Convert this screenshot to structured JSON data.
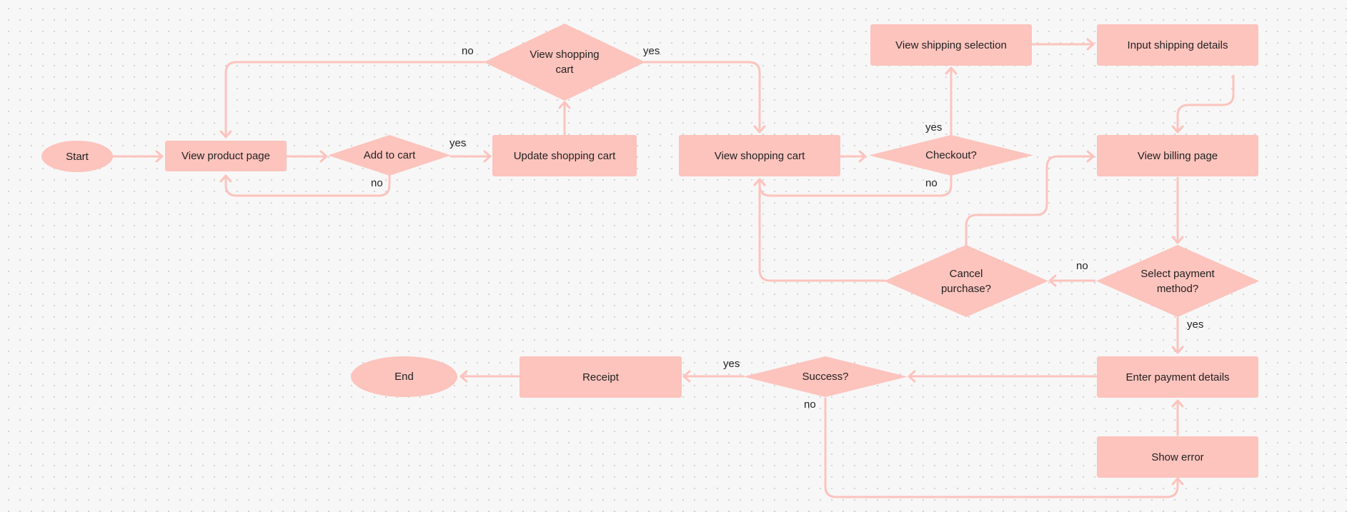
{
  "nodes": {
    "start": "Start",
    "view_product_page": "View product page",
    "add_to_cart": "Add to cart",
    "update_shopping_cart": "Update shopping cart",
    "view_shopping_cart_decision": "View shopping cart",
    "view_shopping_cart": "View shopping cart",
    "checkout": "Checkout?",
    "view_shipping_selection": "View shipping selection",
    "input_shipping_details": "Input shipping details",
    "view_billing_page": "View billing page",
    "select_payment_method": "Select payment method?",
    "cancel_purchase": "Cancel purchase?",
    "enter_payment_details": "Enter payment details",
    "show_error": "Show error",
    "success": "Success?",
    "receipt": "Receipt",
    "end": "End"
  },
  "edge_labels": {
    "yes": "yes",
    "no": "no"
  },
  "colors": {
    "node_fill": "#fdc3bd",
    "connector": "#fdc3bd",
    "text": "#222222",
    "background": "#f7f7f7"
  }
}
